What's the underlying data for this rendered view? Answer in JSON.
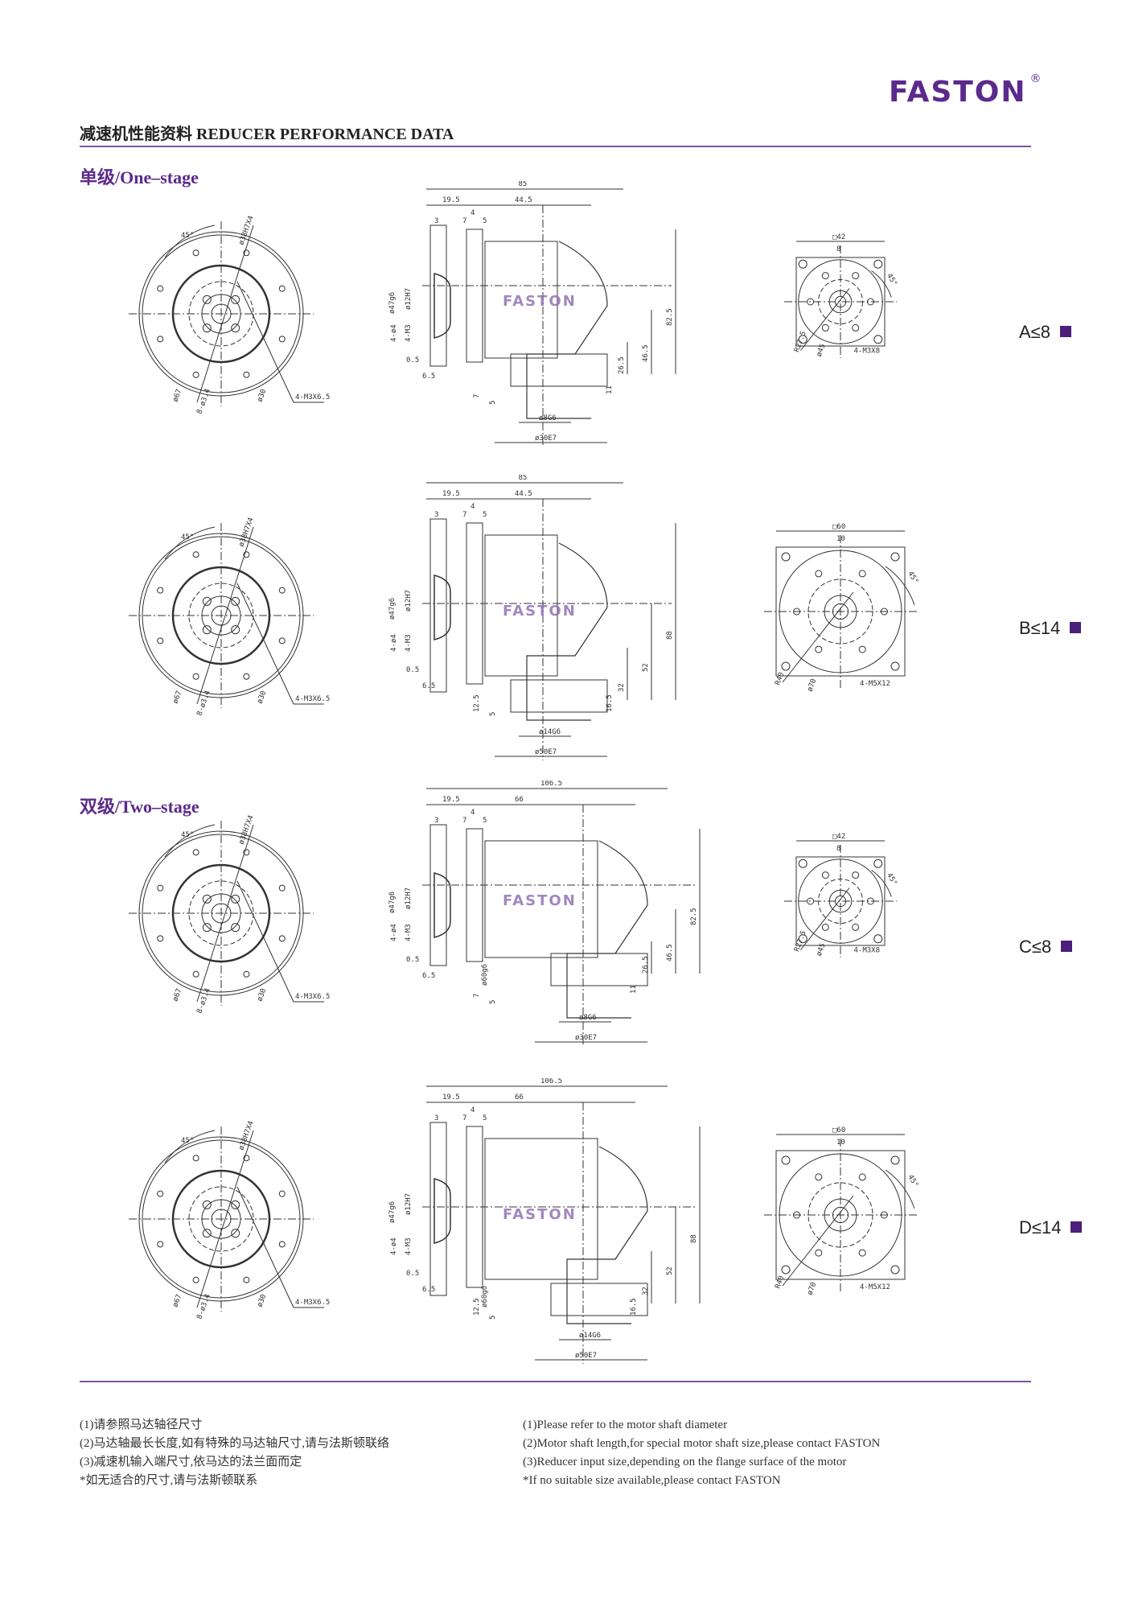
{
  "brand": {
    "name": "FASTON",
    "registered": "®",
    "accent": "#5b2a8c"
  },
  "header": {
    "title_cn": "减速机性能资料",
    "title_en": "REDUCER PERFORMANCE DATA"
  },
  "sections": {
    "one_stage": "单级/One–stage",
    "two_stage": "双级/Two–stage"
  },
  "rows": [
    {
      "label": "A≤8",
      "top": "85",
      "l1": "19.5",
      "l2": "44.5",
      "h": "82.5",
      "h2": "46.5",
      "h3": "26.5",
      "sq": "□42",
      "w": "8",
      "dia": "ø30E7",
      "shaft": "ø8G6",
      "bolt": "4-M3X8",
      "pcd": "ø45",
      "rad": "R27.5",
      "small": "11",
      "left": "7",
      "left2": "5"
    },
    {
      "label": "B≤14",
      "top": "85",
      "l1": "19.5",
      "l2": "44.5",
      "h": "88",
      "h2": "52",
      "h3": "32",
      "sq": "□60",
      "w": "10",
      "dia": "ø50E7",
      "shaft": "ø14G6",
      "bolt": "4-M5X12",
      "pcd": "ø70",
      "rad": "R40",
      "small": "16.5",
      "left": "12.5",
      "left2": "5"
    },
    {
      "label": "C≤8",
      "top": "106.5",
      "l1": "19.5",
      "l2": "66",
      "h": "82.5",
      "h2": "46.5",
      "h3": "26.5",
      "sq": "□42",
      "w": "8",
      "dia": "ø30E7",
      "shaft": "ø8G6",
      "bolt": "4-M3X8",
      "pcd": "ø45",
      "rad": "R27.5",
      "small": "11",
      "left": "7",
      "left2": "5"
    },
    {
      "label": "D≤14",
      "top": "106.5",
      "l1": "19.5",
      "l2": "66",
      "h": "88",
      "h2": "52",
      "h3": "32",
      "sq": "□60",
      "w": "10",
      "dia": "ø50E7",
      "shaft": "ø14G6",
      "bolt": "4-M5X12",
      "pcd": "ø70",
      "rad": "R40",
      "small": "16.5",
      "left": "12.5",
      "left2": "5"
    }
  ],
  "common_dims": {
    "angle": "45°",
    "hole": "ø38H7X4",
    "flange": "ø67",
    "bolt_circle": "ø30",
    "bolt_holes": "8-ø3.4",
    "mount_thread": "4-M3X6.5",
    "motor_pilot": "ø47g6",
    "motor_shaft": "ø12H7",
    "d3": "3",
    "d7": "7",
    "d5": "5",
    "d4": "4",
    "t4": "4-ø4",
    "m3": "4-M3",
    "d05": "0.5",
    "d65": "6.5",
    "bore": "ø60g6"
  },
  "notes_cn": [
    "(1)请参照马达轴径尺寸",
    "(2)马达轴最长长度,如有特殊的马达轴尺寸,请与法斯顿联络",
    "(3)减速机输入端尺寸,依马达的法兰面而定",
    "*如无适合的尺寸,请与法斯顿联系"
  ],
  "notes_en": [
    "(1)Please refer to the motor shaft diameter",
    "(2)Motor shaft length,for special motor shaft size,please contact FASTON",
    "(3)Reducer input size,depending on the flange surface of the motor",
    "*If no suitable size available,please contact FASTON"
  ]
}
